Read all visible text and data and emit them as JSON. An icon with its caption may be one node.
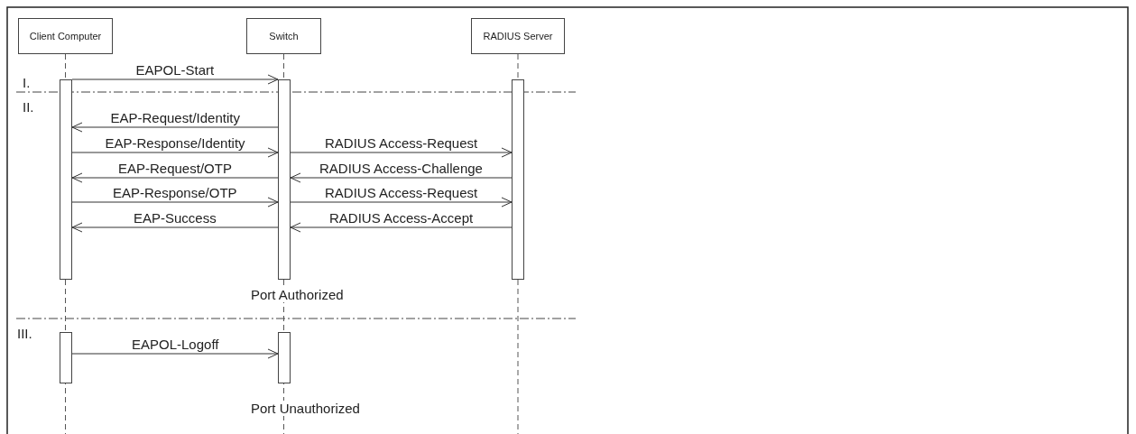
{
  "diagram": {
    "nodes": [
      {
        "text": [
          "Client Computer"
        ]
      },
      {
        "text": [
          "Switch"
        ]
      },
      {
        "text": [
          "RADIUS Server"
        ]
      },
      {
        "text": [],
        "shape": "bar"
      },
      {
        "text": [],
        "shape": "bar"
      },
      {
        "text": [],
        "shape": "bar"
      },
      {
        "text": [],
        "shape": "bar"
      },
      {
        "text": [],
        "shape": "bar"
      }
    ],
    "edges": [
      {
        "from": 3,
        "to": 4,
        "arrow": "to",
        "label": "EAPOL-Start"
      },
      {
        "from": 4,
        "to": 3,
        "arrow": "to",
        "label": "EAP-Request/Identity"
      },
      {
        "from": 3,
        "to": 4,
        "arrow": "to",
        "label": "EAP-Response/Identity"
      },
      {
        "from": 4,
        "to": 5,
        "arrow": "to",
        "label": "RADIUS Access-Request"
      },
      {
        "from": 4,
        "to": 3,
        "arrow": "to",
        "label": "EAP-Request/OTP"
      },
      {
        "from": 5,
        "to": 4,
        "arrow": "to",
        "label": "RADIUS Access-Challenge"
      },
      {
        "from": 3,
        "to": 4,
        "arrow": "to",
        "label": "EAP-Response/OTP"
      },
      {
        "from": 4,
        "to": 5,
        "arrow": "to",
        "label": "RADIUS Access-Request"
      },
      {
        "from": 4,
        "to": 3,
        "arrow": "to",
        "label": "EAP-Success"
      },
      {
        "from": 5,
        "to": 4,
        "arrow": "to",
        "label": "RADIUS Access-Accept"
      },
      {
        "from": 6,
        "to": 7,
        "arrow": "to",
        "label": "EAPOL-Logoff"
      }
    ],
    "labels": [
      "I.",
      "II.",
      "Port Authorized",
      "III.",
      "Port Unauthorized"
    ]
  }
}
